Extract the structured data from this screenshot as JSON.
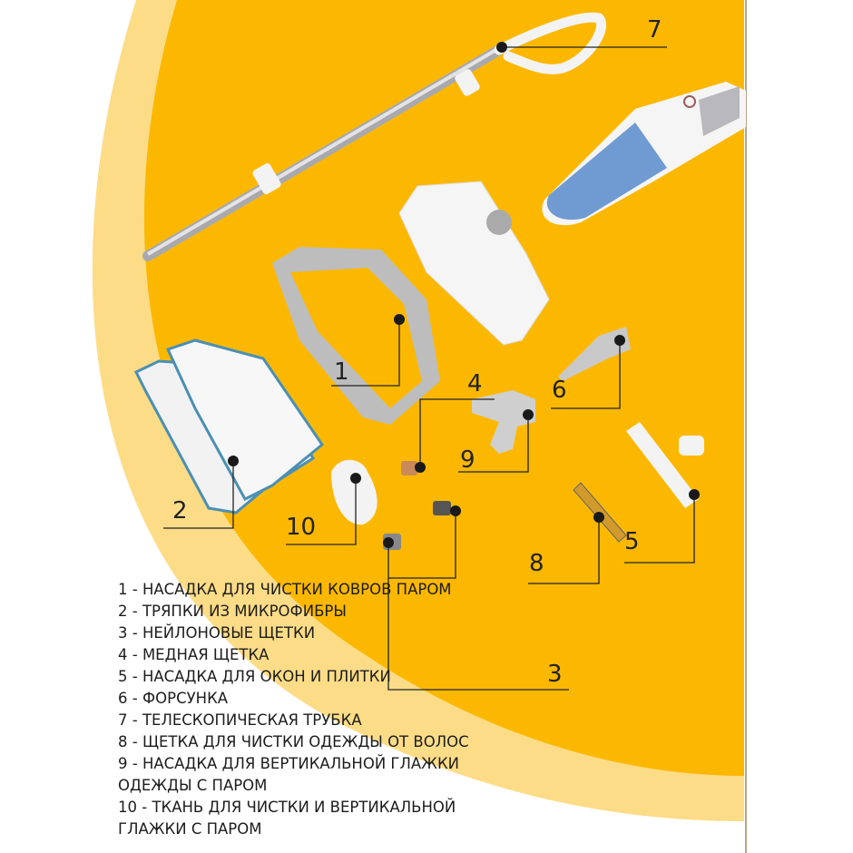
{
  "callouts": {
    "n1": "1",
    "n2": "2",
    "n3": "3",
    "n4": "4",
    "n5": "5",
    "n6": "6",
    "n7": "7",
    "n8": "8",
    "n9": "9",
    "n10": "10"
  },
  "legend": [
    "1 - НАСАДКА ДЛЯ ЧИСТКИ КОВРОВ ПАРОМ",
    "2 - ТРЯПКИ ИЗ МИКРОФИБРЫ",
    "3 - НЕЙЛОНОВЫЕ ЩЕТКИ",
    "4 - МЕДНАЯ ЩЕТКА",
    "5 - НАСАДКА ДЛЯ ОКОН И ПЛИТКИ",
    "6 - ФОРСУНКА",
    "7 - ТЕЛЕСКОПИЧЕСКАЯ ТРУБКА",
    "8 - ЩЕТКА ДЛЯ ЧИСТКИ ОДЕЖДЫ ОТ ВОЛОС",
    "9 - НАСАДКА ДЛЯ ВЕРТИКАЛЬНОЙ ГЛАЖКИ",
    "ОДЕЖДЫ С ПАРОМ",
    "10 - ТКАНЬ ДЛЯ ЧИСТКИ И ВЕРТИКАЛЬНОЙ",
    "ГЛАЖКИ С ПАРОМ"
  ],
  "colors": {
    "orange": "#fcb800",
    "pale": "#fddc87",
    "line": "#222222",
    "blue": "#6f9bd2"
  }
}
